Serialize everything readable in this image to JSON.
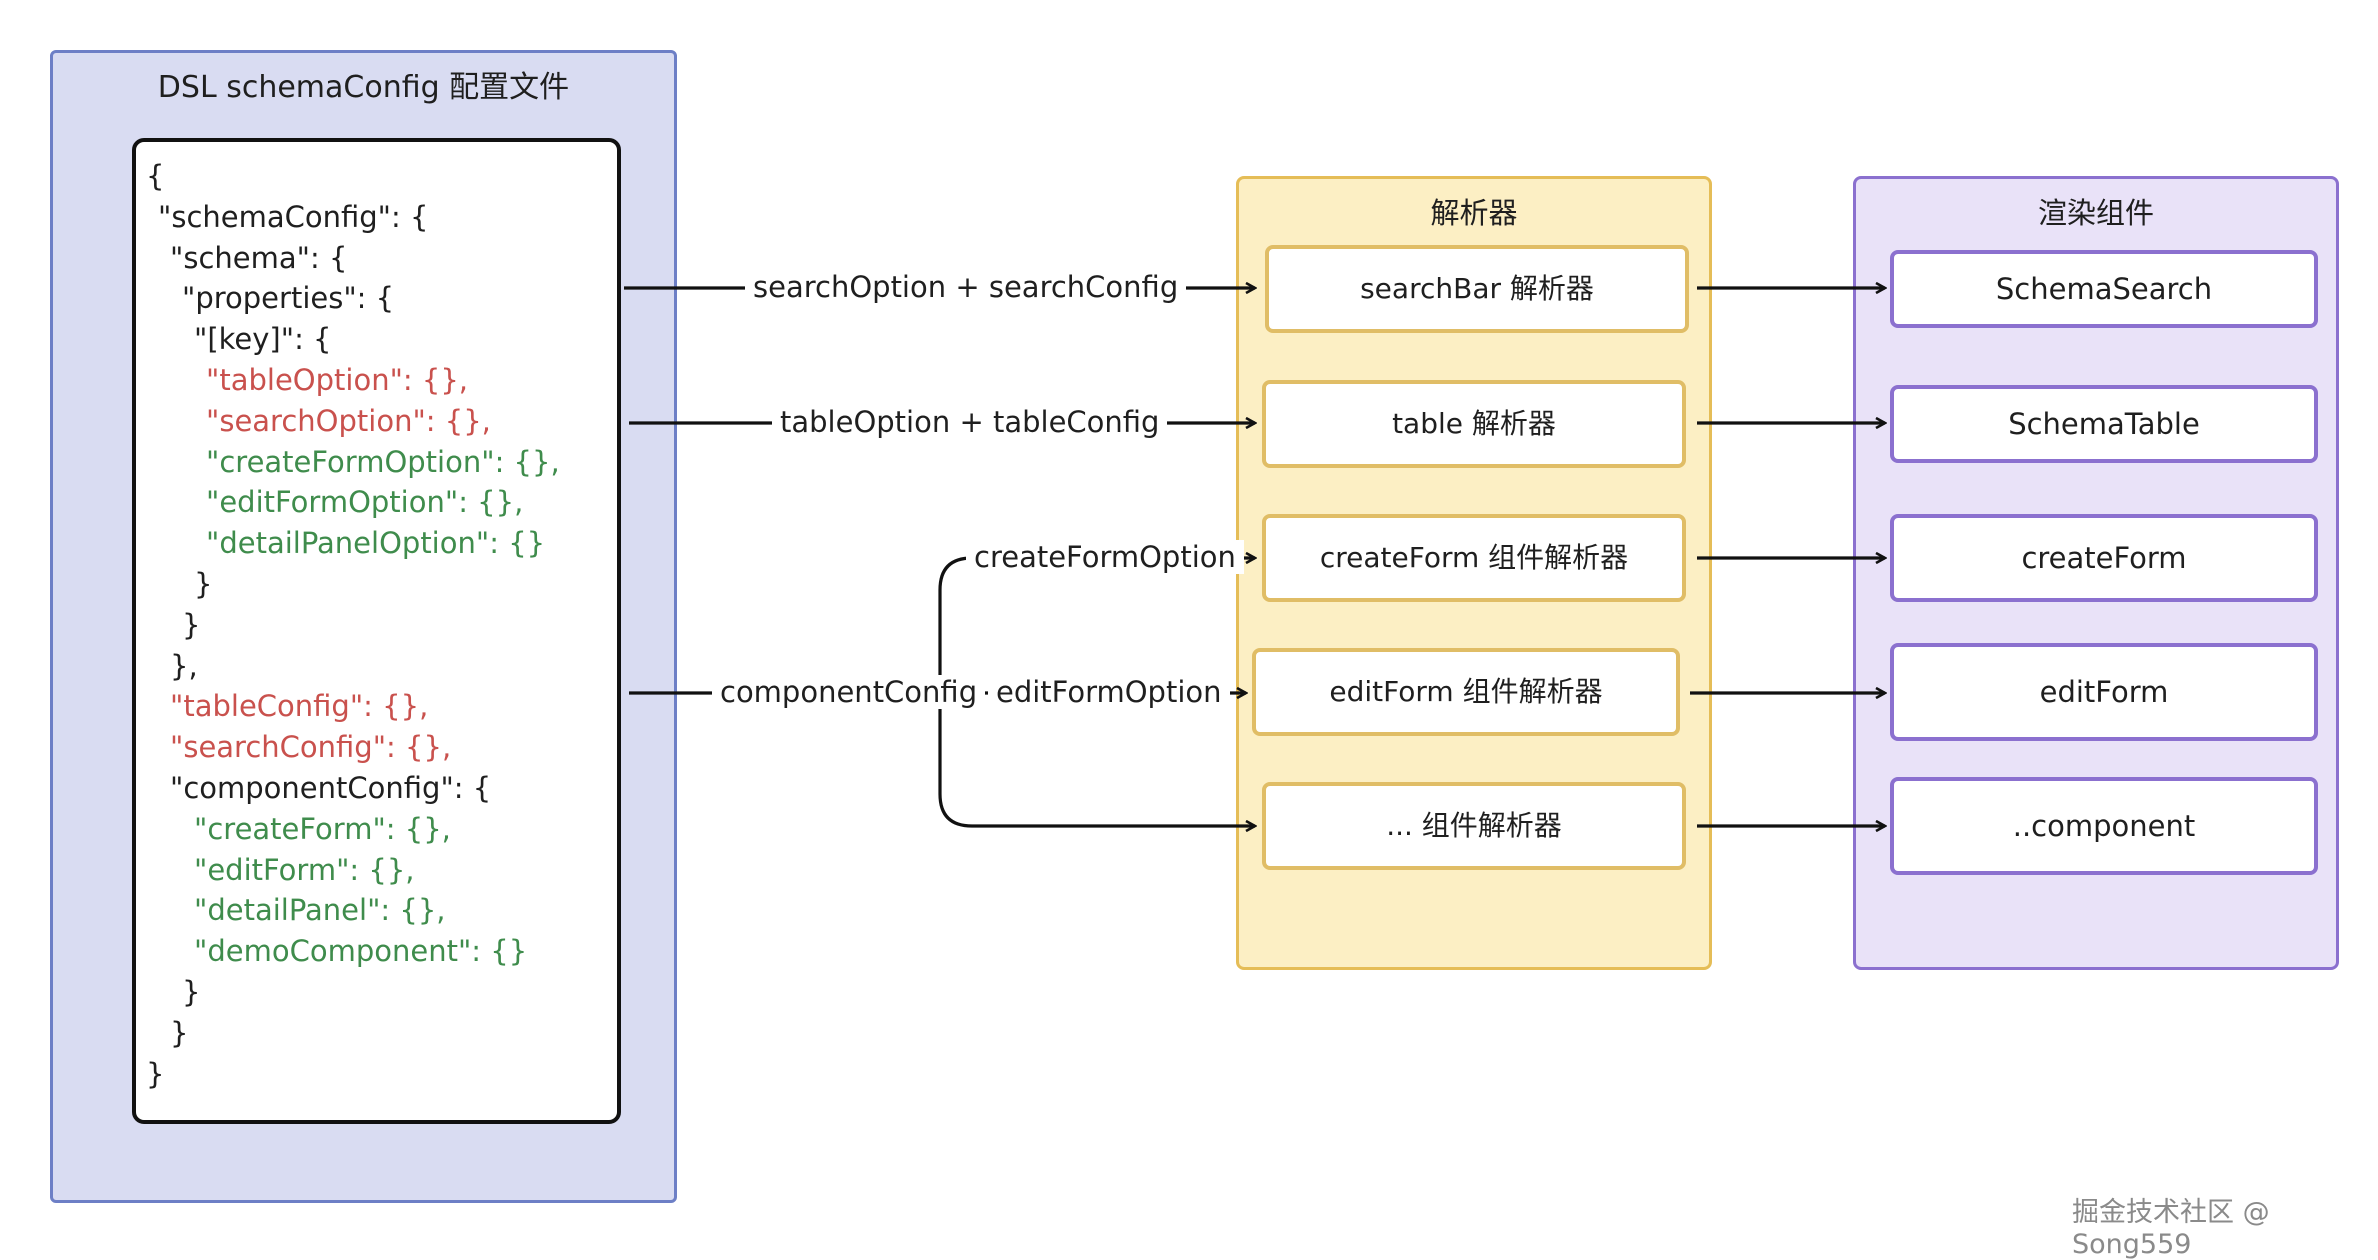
{
  "dsl": {
    "title": "DSL  schemaConfig 配置文件",
    "code_lines": [
      {
        "text": "{",
        "color": "black",
        "indent": 0
      },
      {
        "text": "\"schemaConfig\": {",
        "color": "black",
        "indent": 1
      },
      {
        "text": "\"schema\": {",
        "color": "black",
        "indent": 2
      },
      {
        "text": "\"properties\": {",
        "color": "black",
        "indent": 3
      },
      {
        "text": "\"[key]\": {",
        "color": "black",
        "indent": 4
      },
      {
        "text": "\"tableOption\": {},",
        "color": "red",
        "indent": 5
      },
      {
        "text": "\"searchOption\": {},",
        "color": "red",
        "indent": 5
      },
      {
        "text": "\"createFormOption\": {},",
        "color": "green",
        "indent": 5
      },
      {
        "text": "\"editFormOption\": {},",
        "color": "green",
        "indent": 5
      },
      {
        "text": "\"detailPanelOption\": {}",
        "color": "green",
        "indent": 5
      },
      {
        "text": "}",
        "color": "black",
        "indent": 4
      },
      {
        "text": "}",
        "color": "black",
        "indent": 3
      },
      {
        "text": "},",
        "color": "black",
        "indent": 2
      },
      {
        "text": "\"tableConfig\": {},",
        "color": "red",
        "indent": 2
      },
      {
        "text": "\"searchConfig\": {},",
        "color": "red",
        "indent": 2
      },
      {
        "text": "\"componentConfig\": {",
        "color": "black",
        "indent": 2
      },
      {
        "text": "\"createForm\": {},",
        "color": "green",
        "indent": 4
      },
      {
        "text": "\"editForm\": {},",
        "color": "green",
        "indent": 4
      },
      {
        "text": "\"detailPanel\": {},",
        "color": "green",
        "indent": 4
      },
      {
        "text": "\"demoComponent\": {}",
        "color": "green",
        "indent": 4
      },
      {
        "text": "}",
        "color": "black",
        "indent": 3
      },
      {
        "text": "}",
        "color": "black",
        "indent": 2
      },
      {
        "text": "}",
        "color": "black",
        "indent": 0
      }
    ]
  },
  "parser": {
    "title": "解析器",
    "boxes": [
      {
        "label": "searchBar 解析器"
      },
      {
        "label": "table 解析器"
      },
      {
        "label": "createForm 组件解析器"
      },
      {
        "label": "editForm 组件解析器"
      },
      {
        "label": "... 组件解析器"
      }
    ]
  },
  "render": {
    "title": "渲染组件",
    "boxes": [
      {
        "label": "SchemaSearch"
      },
      {
        "label": "SchemaTable"
      },
      {
        "label": "createForm"
      },
      {
        "label": "editForm"
      },
      {
        "label": "..component"
      }
    ]
  },
  "edges": {
    "search": "searchOption + searchConfig",
    "table": "tableOption + tableConfig",
    "component": "componentConfig",
    "create": "createFormOption",
    "edit": "editFormOption"
  },
  "colors": {
    "code_red": "#c9514d",
    "code_green": "#3f8c4c",
    "dsl_panel": "#d9dcf2",
    "parser_panel": "#fcefc4",
    "render_panel": "#e9e2f8"
  },
  "watermark": "掘金技术社区 @ Song559"
}
